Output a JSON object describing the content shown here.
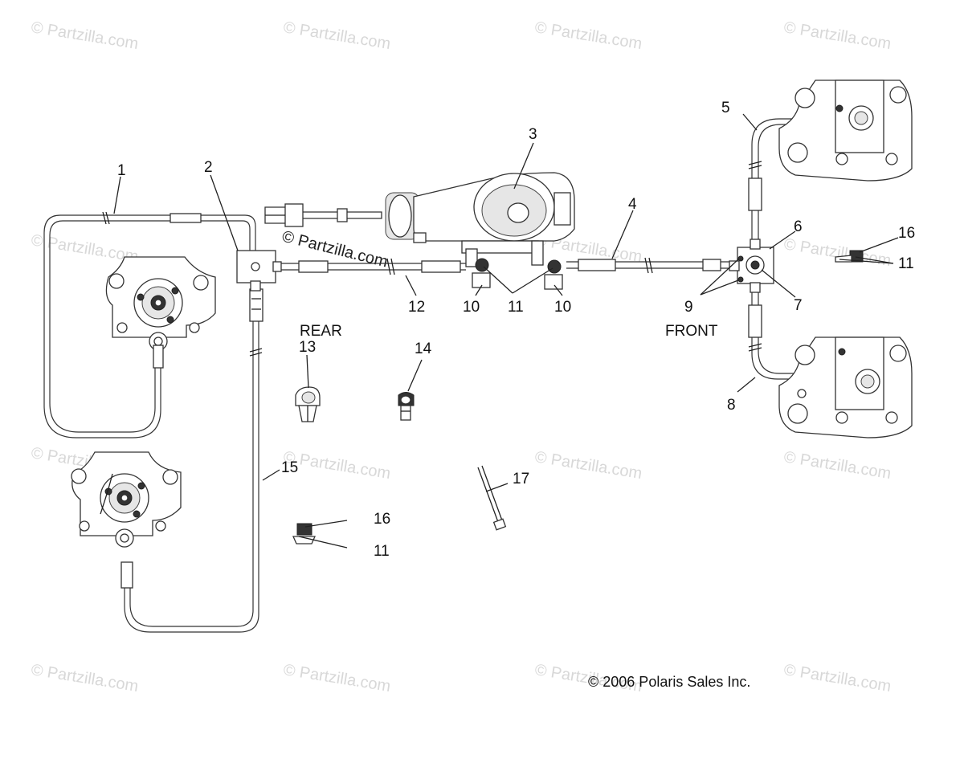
{
  "watermark": "© Partzilla.com",
  "inline_watermark": "© Partzilla.com",
  "callouts": [
    "1",
    "2",
    "3",
    "4",
    "5",
    "6",
    "7",
    "8",
    "9",
    "10",
    "11",
    "12",
    "13",
    "14",
    "15",
    "16",
    "17"
  ],
  "callouts_extra": {
    "c10b": "10",
    "c11b": "11",
    "c11c": "11",
    "c16b": "16"
  },
  "sections": {
    "rear": "REAR",
    "front": "FRONT"
  },
  "copyright": "© 2006 Polaris Sales Inc."
}
